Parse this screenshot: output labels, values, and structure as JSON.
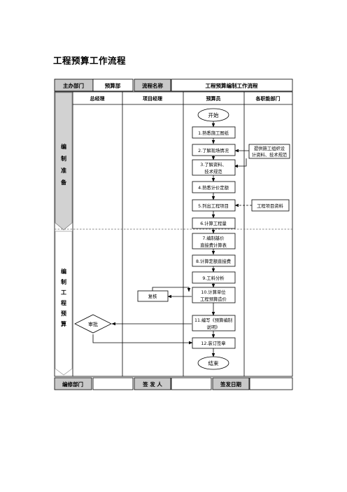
{
  "page_title": "工程预算工作流程",
  "header": {
    "dept_label": "主办部门",
    "dept_value": "预算部",
    "flow_label": "流程名称",
    "flow_value": "工程预算编制工作流程"
  },
  "lanes": [
    "总经理",
    "项目经理",
    "预算员",
    "各职能部门"
  ],
  "phases": {
    "phase1": [
      "编",
      "制",
      "准",
      "备"
    ],
    "phase2": [
      "编",
      "制",
      "工",
      "程",
      "预",
      "算"
    ]
  },
  "nodes": {
    "start": "开始",
    "s1": "1.熟悉施工图纸",
    "s2": "2.了解现场情况",
    "s3_l1": "3.了解资料、",
    "s3_l2": "技术规范",
    "s4": "4.熟悉计价定额",
    "s5": "5.列出工程项目",
    "s6": "6.计算工程量",
    "s7_l1": "7.编制基价",
    "s7_l2": "直接费计算表",
    "s8": "8.计算定额直接费",
    "s9": "9.工料分析",
    "s10_l1": "10.计算单位",
    "s10_l2": "工程预算造价",
    "s11_l1": "11.编写《预算编制",
    "s11_l2": "说明》",
    "s12": "12.装订签章",
    "end": "结束",
    "review": "复核",
    "approve": "审批",
    "dept_info_l1": "提供施工组织设",
    "dept_info_l2": "计资料、技术规范",
    "dept_project": "工程项目资料"
  },
  "footer": {
    "editor_label": "编修部门",
    "editor_value": "",
    "issuer_label": "签 发 人",
    "issuer_value": "",
    "date_label": "签发日期",
    "date_value": ""
  }
}
